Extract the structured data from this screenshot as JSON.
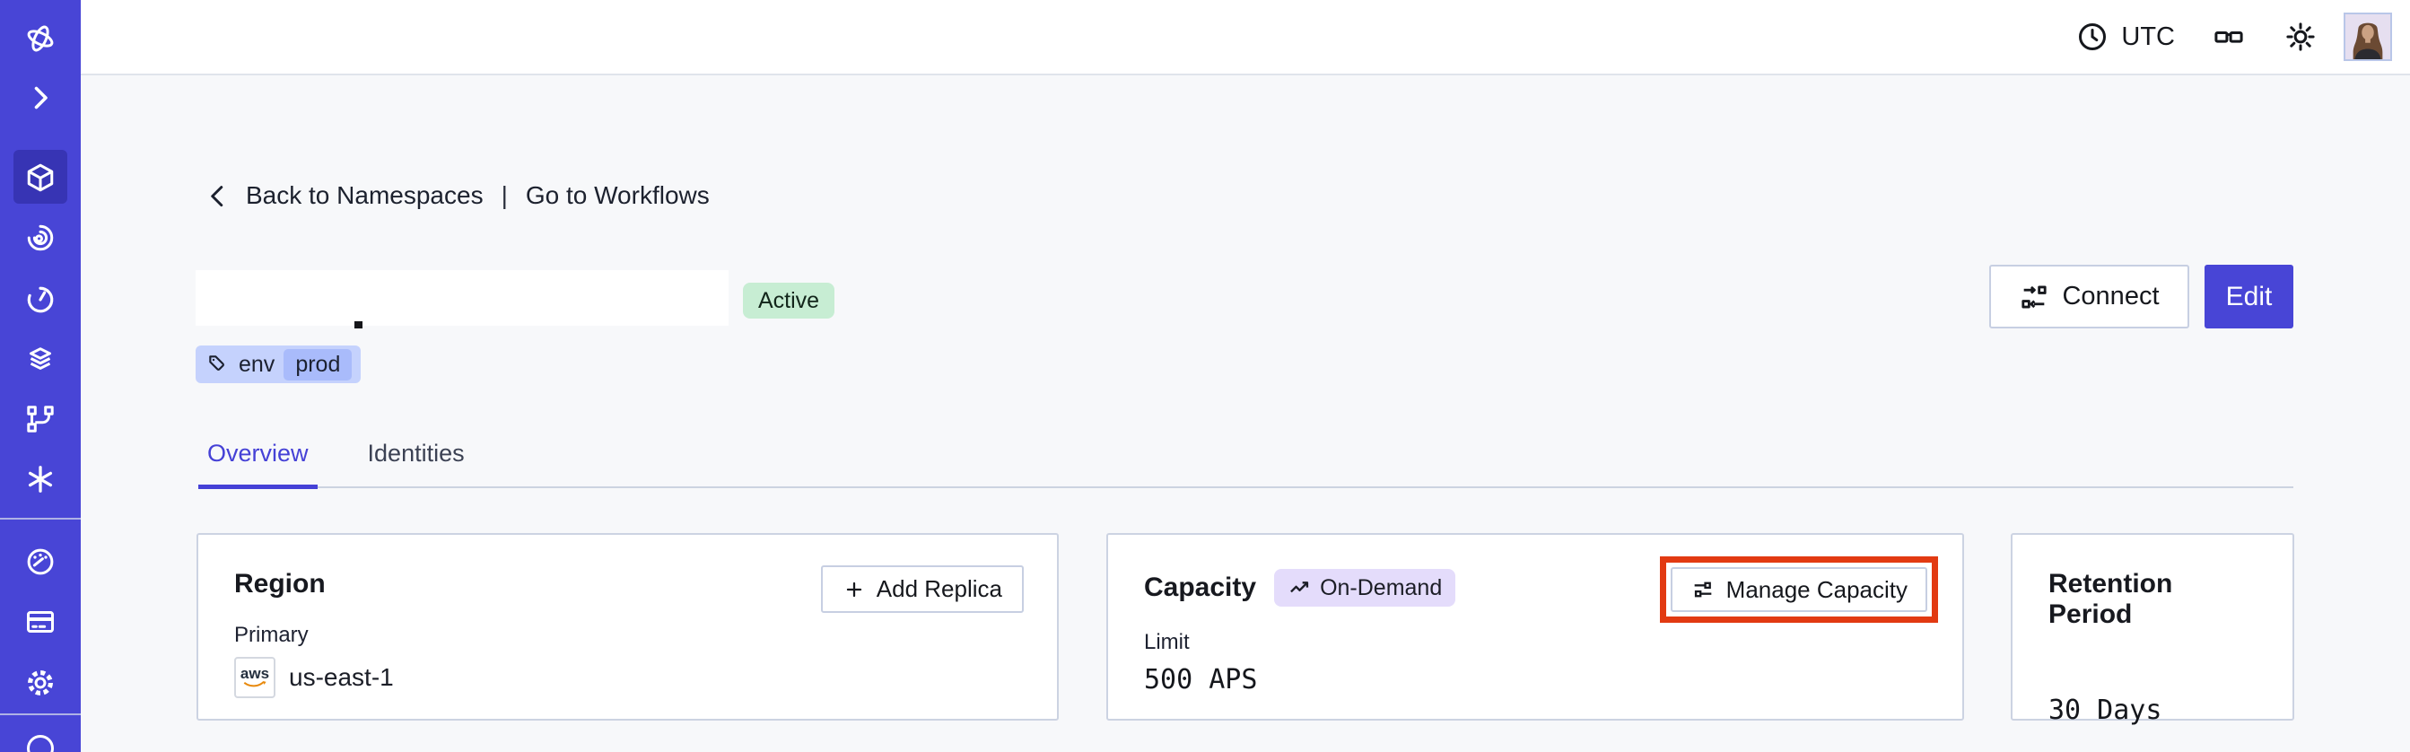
{
  "topbar": {
    "timezone": "UTC",
    "icons": [
      "clock-icon",
      "glasses-icon",
      "sun-icon",
      "user-avatar"
    ]
  },
  "sidebar": {
    "color": "#4845d6",
    "items": [
      {
        "icon": "temporal-logo-icon"
      },
      {
        "icon": "chevron-right-icon"
      },
      {
        "icon": "namespaces-cube-icon",
        "active": true
      },
      {
        "icon": "workflows-spiral-icon"
      },
      {
        "icon": "schedules-timer-icon"
      },
      {
        "icon": "stack-layers-icon"
      },
      {
        "icon": "branch-icon"
      },
      {
        "icon": "asterisk-icon"
      },
      {
        "icon": "usage-gauge-icon"
      },
      {
        "icon": "billing-card-icon"
      },
      {
        "icon": "settings-gear-icon"
      },
      {
        "icon": "account-circle-icon"
      }
    ]
  },
  "breadcrumb": {
    "back_label": "Back to Namespaces",
    "separator": "|",
    "forward_label": "Go to Workflows"
  },
  "header": {
    "status_badge": "Active",
    "tag_name": "env",
    "tag_value": "prod",
    "connect_label": "Connect",
    "edit_label": "Edit"
  },
  "tabs": {
    "overview": "Overview",
    "identities": "Identities"
  },
  "cards": {
    "region": {
      "title": "Region",
      "add_replica_label": "Add Replica",
      "primary_label": "Primary",
      "provider_label": "aws",
      "region_value": "us-east-1"
    },
    "capacity": {
      "title": "Capacity",
      "plan_badge": "On-Demand",
      "manage_label": "Manage Capacity",
      "limit_label": "Limit",
      "limit_value": "500 APS"
    },
    "retention": {
      "title": "Retention Period",
      "value": "30 Days"
    }
  },
  "colors": {
    "accent": "#4845d6",
    "annotation_red": "#e23a12",
    "active_badge_bg": "#c7edd3",
    "tag_bg": "#c5d2fd",
    "tag_value_bg": "#a9bbfb",
    "plan_badge_bg": "#e4dcfb"
  }
}
